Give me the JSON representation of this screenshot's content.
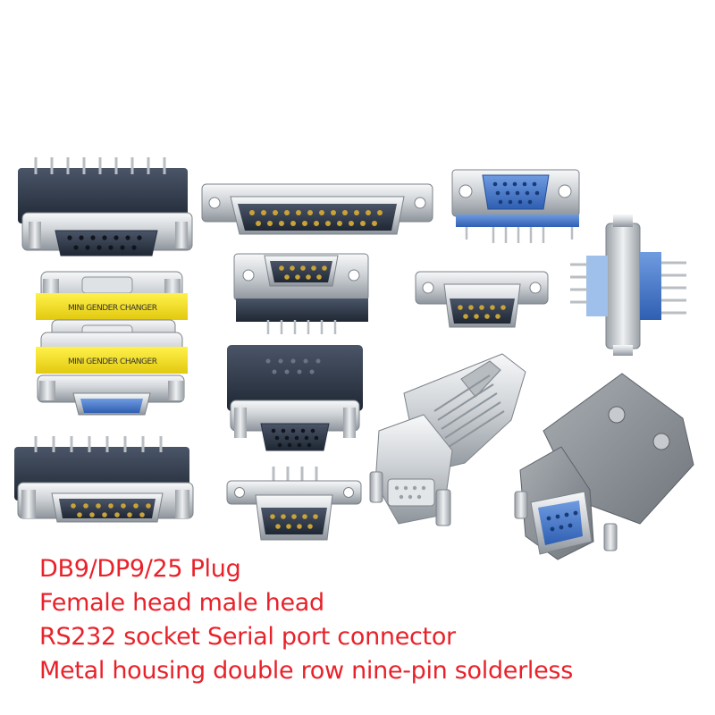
{
  "colors": {
    "background": "#ffffff",
    "caption_text": "#e8222a",
    "metal_light": "#eef0f2",
    "metal_dark": "#8d949b",
    "insulator_dark": "#2f3a4c",
    "insulator_blue": "#3d6fc6",
    "label_yellow": "#f4e21a",
    "hood_gray": "#8d939a",
    "pin_gold": "#c9a238"
  },
  "adapter_label": "MINI GENDER CHANGER",
  "caption": [
    "DB9/DP9/25 Plug",
    "Female head male head",
    "RS232 socket Serial port connector",
    "Metal housing double row nine-pin solderless"
  ],
  "products": [
    {
      "id": "db15-female-right-angle-dark",
      "icon": "connector-icon"
    },
    {
      "id": "db25-male-panel",
      "icon": "connector-icon"
    },
    {
      "id": "vga-hd15-female-blue",
      "icon": "connector-icon"
    },
    {
      "id": "gender-changer-male",
      "icon": "adapter-icon"
    },
    {
      "id": "db9-male-right-angle",
      "icon": "connector-icon"
    },
    {
      "id": "db9-male-panel",
      "icon": "connector-icon"
    },
    {
      "id": "vertical-pcb-connector",
      "icon": "connector-icon"
    },
    {
      "id": "gender-changer-female",
      "icon": "adapter-icon"
    },
    {
      "id": "hd15-female-right-angle-dark",
      "icon": "connector-icon"
    },
    {
      "id": "db9-metal-hood",
      "icon": "hood-icon"
    },
    {
      "id": "db9-gray-plastic-hood",
      "icon": "hood-icon"
    },
    {
      "id": "db15-male-right-angle-dark",
      "icon": "connector-icon"
    },
    {
      "id": "db9-male-small-panel",
      "icon": "connector-icon"
    }
  ]
}
